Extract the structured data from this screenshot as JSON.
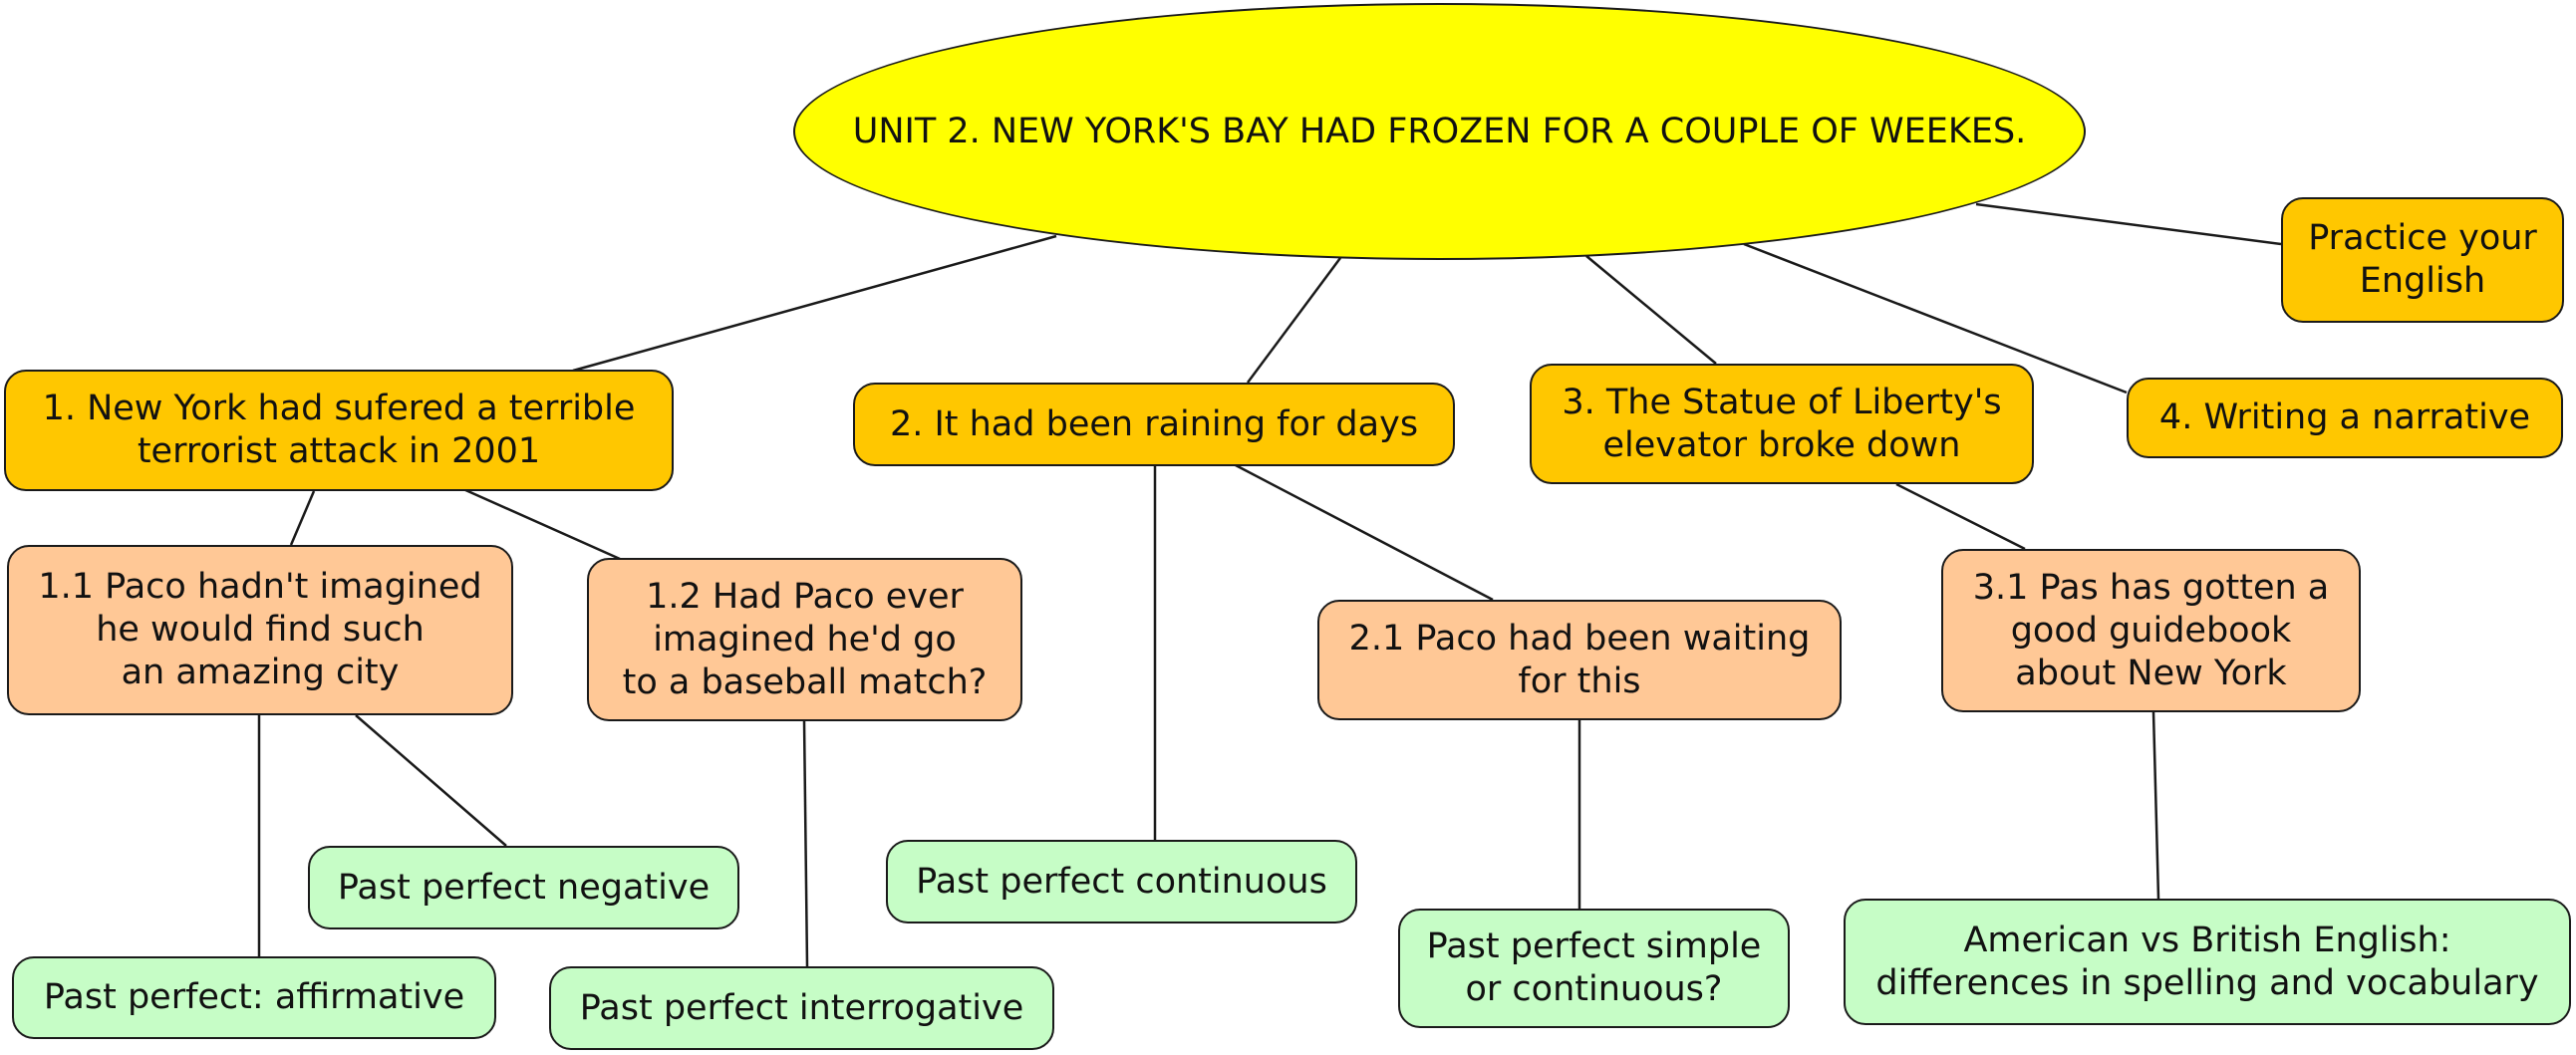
{
  "colors": {
    "main": "#ffff00",
    "level1": "#ffc700",
    "level2": "#ffc896",
    "level3": "#c6fdc6",
    "border": "#1a1a1a"
  },
  "nodes": {
    "root": "UNIT 2. NEW YORK'S BAY HAD FROZEN FOR A COUPLE OF WEEKES.",
    "practice": "Practice your\nEnglish",
    "topic1": "1. New York had sufered a terrible\nterrorist attack in 2001",
    "topic2": "2. It had been raining for days",
    "topic3": "3. The Statue of Liberty's\nelevator broke down",
    "topic4": "4. Writing a narrative",
    "sub1_1": "1.1 Paco hadn't imagined\nhe would find such\nan amazing city",
    "sub1_2": "1.2 Had Paco ever\nimagined he'd go\nto a baseball match?",
    "sub2_1": "2.1 Paco had been waiting\nfor this",
    "sub3_1": "3.1 Pas has gotten a\ngood guidebook\nabout New York",
    "leaf_negative": "Past perfect negative",
    "leaf_affirmative": "Past perfect: affirmative",
    "leaf_interrogative": "Past perfect interrogative",
    "leaf_continuous": "Past perfect continuous",
    "leaf_simple_or_cont": "Past perfect simple\nor continuous?",
    "leaf_american_british": "American vs British English:\ndifferences in spelling and vocabulary"
  }
}
